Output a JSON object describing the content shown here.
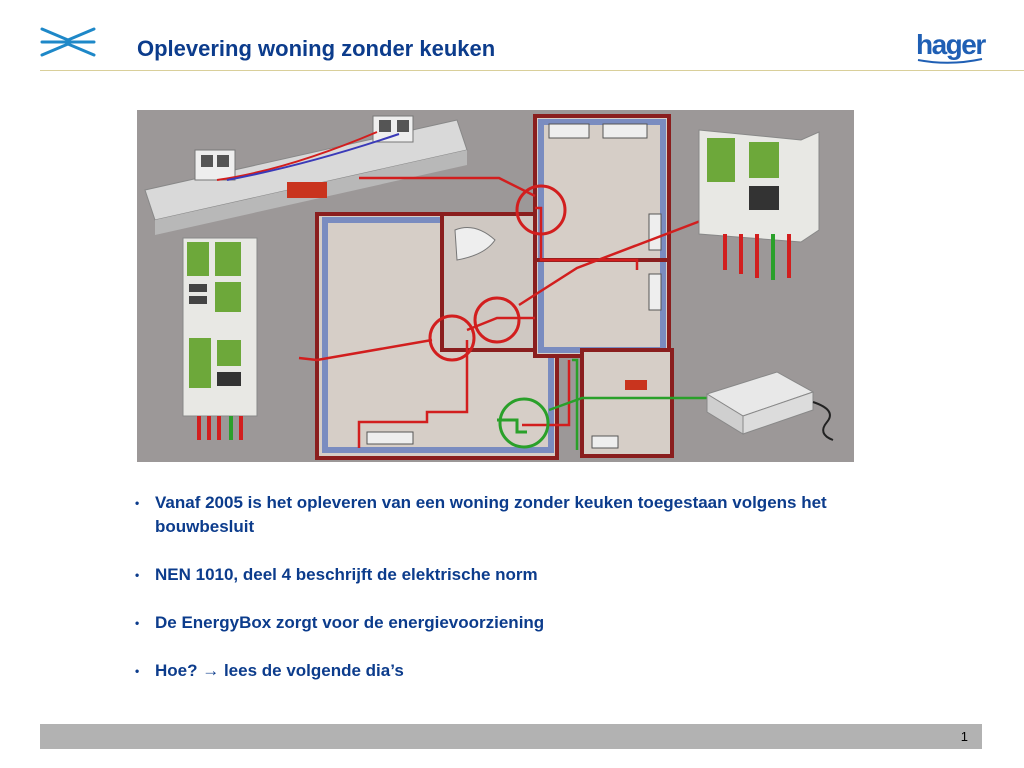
{
  "header": {
    "title": "Oplevering woning zonder keuken",
    "left_logo_icon": "converging-lines-logo-icon",
    "brand_logo_text": "hager",
    "brand_color": "#0c3c8c"
  },
  "figure": {
    "description_icon": "house-floorplan-energybox-illustration",
    "wire_colors": {
      "red": "#d21e1e",
      "green": "#2aa02a",
      "blue": "#3a3ab8"
    }
  },
  "bullets": [
    {
      "text": "Vanaf 2005 is het opleveren van een woning zonder keuken toegestaan volgens het bouwbesluit"
    },
    {
      "text": "NEN 1010, deel 4 beschrijft de elektrische norm"
    },
    {
      "text": "De EnergyBox zorgt voor de energievoorziening"
    },
    {
      "text": "Hoe? → lees de volgende dia’s"
    }
  ],
  "footer": {
    "page_number": "1"
  }
}
